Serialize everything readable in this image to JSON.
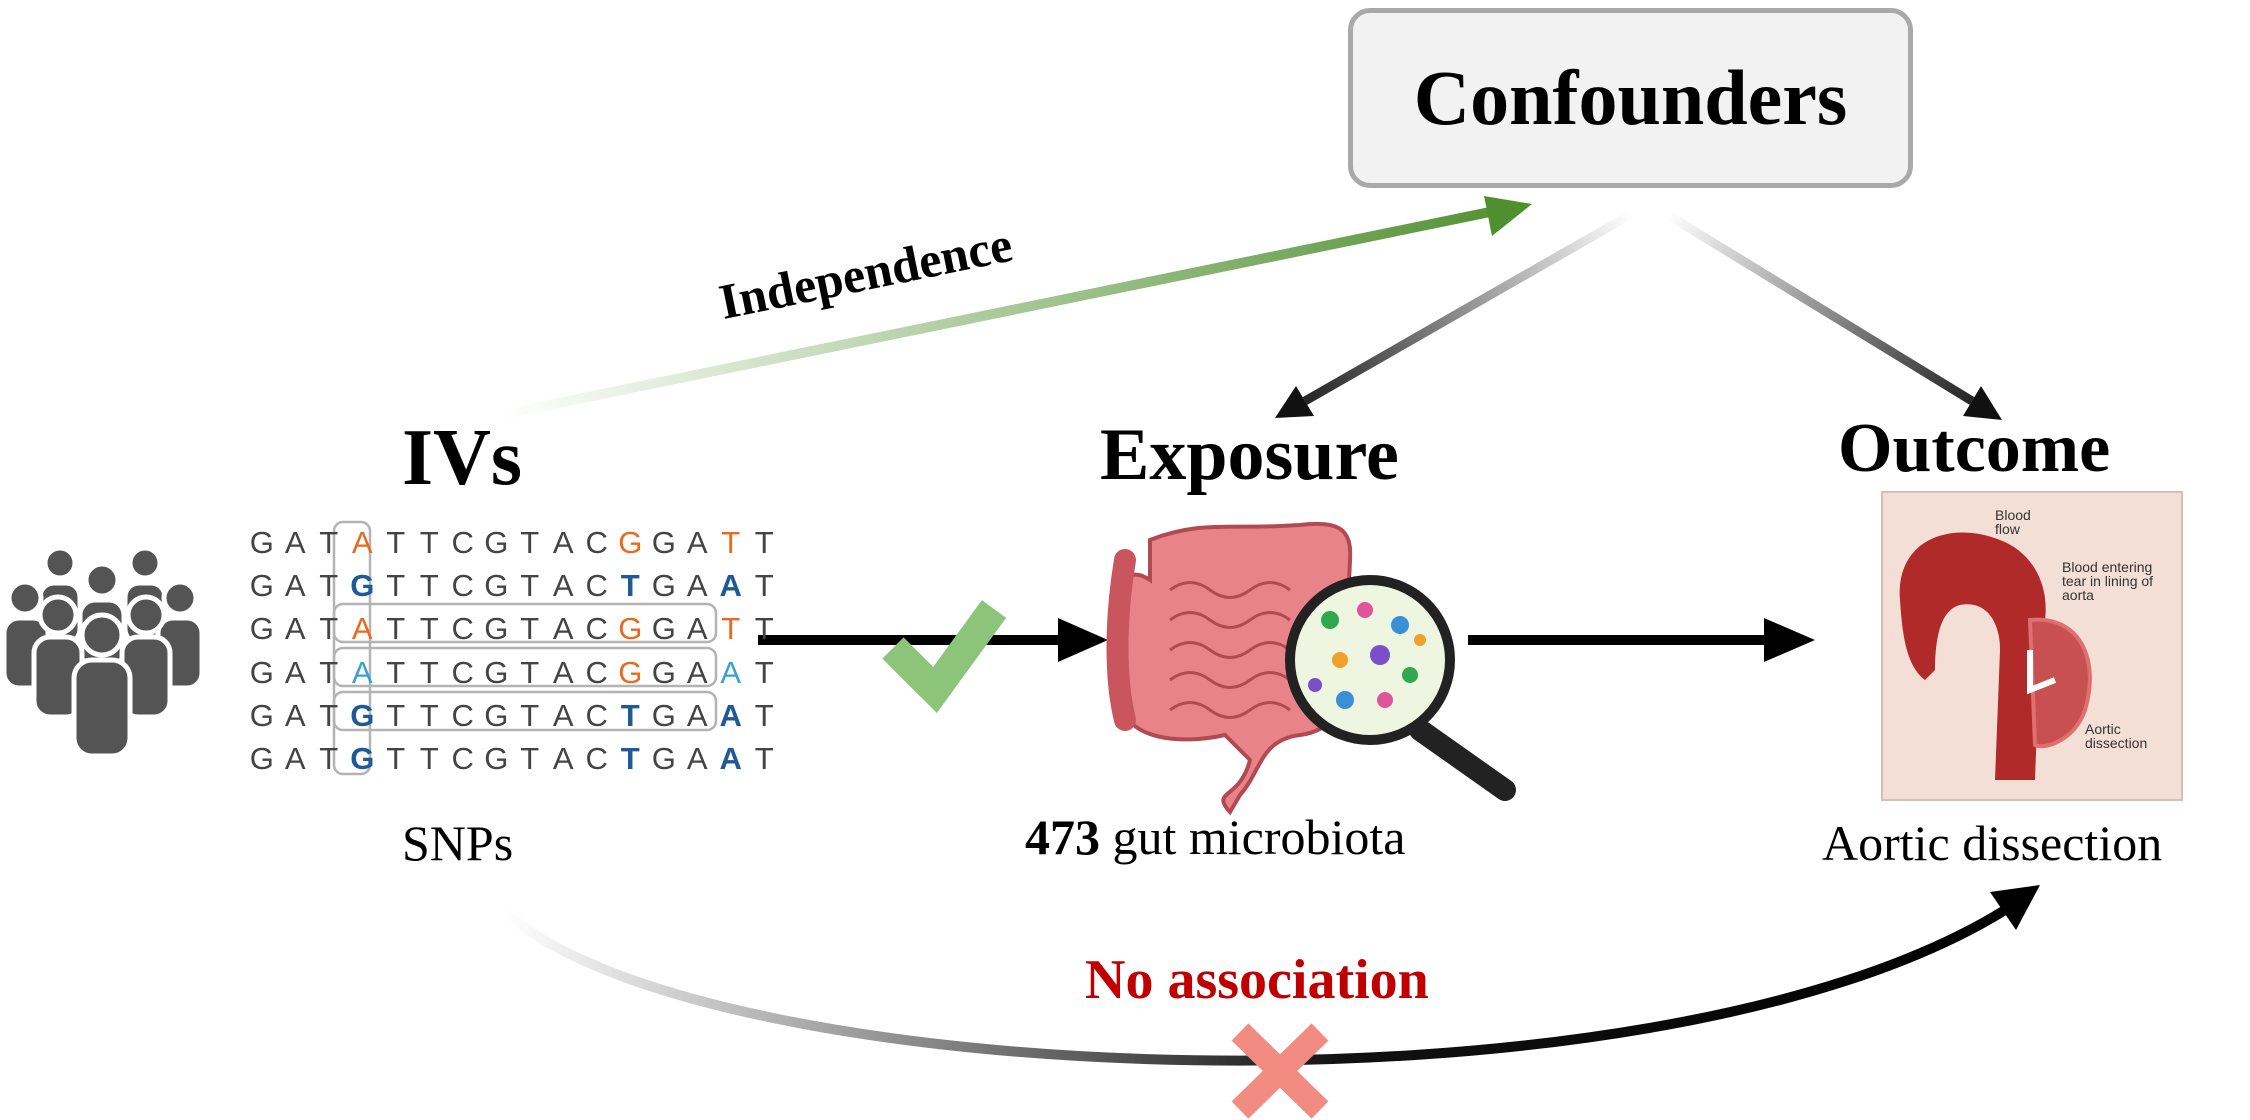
{
  "labels": {
    "confounders": "Confounders",
    "independence": "Independence",
    "ivs": "IVs",
    "exposure": "Exposure",
    "outcome": "Outcome",
    "snps": "SNPs",
    "exposure_count": "473",
    "exposure_desc": "gut microbiota",
    "outcome_desc": "Aortic dissection",
    "no_association": "No association"
  },
  "dna_sequences": [
    "GATATTCGTACGGATT",
    "GATGTTCGTACTGAAT",
    "GATATTCGTACGGATT",
    "GATATTCGTACGGAAT",
    "GATGTTCGTACTGAAT",
    "GATGTTCGTACTGAAT"
  ],
  "aorta_annotations": {
    "blood_flow": "Blood flow",
    "blood_entering": "Blood entering tear in lining of aorta",
    "aortic_dissection": "Aortic dissection"
  },
  "colors": {
    "independence_arrow": "#5a9a3a",
    "no_association_text": "#c00000",
    "check": "#8cc47a",
    "cross": "#f28b82",
    "nucleotide_orange": "#e86a1e",
    "nucleotide_blue": "#1f5a96",
    "nucleotide_light_blue": "#3aa0d0"
  }
}
